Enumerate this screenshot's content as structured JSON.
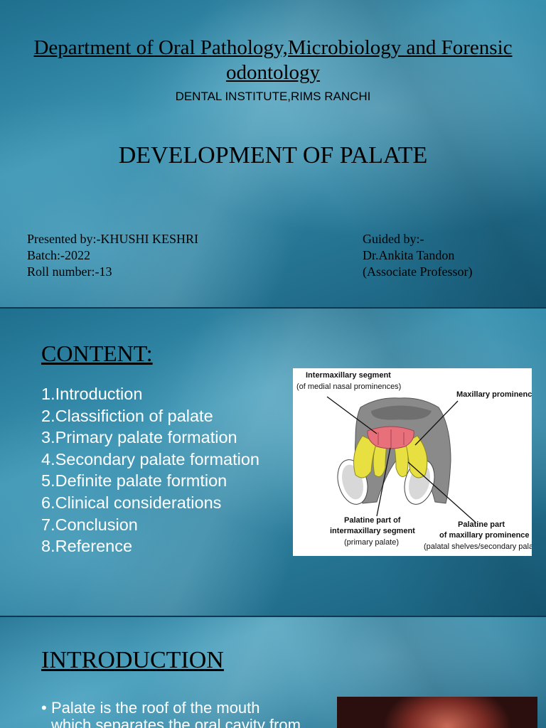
{
  "slide1": {
    "department": "Department of Oral Pathology,Microbiology and Forensic odontology",
    "institute": "DENTAL INSTITUTE,RIMS RANCHI",
    "title": "DEVELOPMENT OF PALATE",
    "presented": [
      "Presented by:-KHUSHI KESHRI",
      "Batch:-2022",
      "Roll number:-13"
    ],
    "guided": [
      "Guided by:-",
      "Dr.Ankita Tandon",
      "(Associate Professor)"
    ]
  },
  "slide2": {
    "heading": "CONTENT:",
    "items": [
      "1.Introduction",
      "2.Classifiction of palate",
      "3.Primary palate formation",
      "4.Secondary palate formation",
      "5.Definite palate formtion",
      "6.Clinical considerations",
      "7.Conclusion",
      "8.Reference"
    ],
    "figure": {
      "label_intermaxillary": "Intermaxillary segment",
      "label_intermaxillary_sub": "(of medial nasal prominences)",
      "label_maxillary": "Maxillary prominence",
      "label_palatine_im_1": "Palatine part of",
      "label_palatine_im_2": "intermaxillary segment",
      "label_palatine_im_sub": "(primary palate)",
      "label_palatine_max_1": "Palatine part",
      "label_palatine_max_2": "of maxillary prominence",
      "label_palatine_max_sub": "(palatal shelves/secondary palate)",
      "colors": {
        "primary_palate": "#e8707a",
        "palatal_shelves": "#e8e040",
        "tissue": "#8a8a8a"
      }
    }
  },
  "slide3": {
    "heading": "INTRODUCTION",
    "bullet_line1": "Palate is the roof of the mouth",
    "bullet_line2": "which separates the oral cavity from"
  }
}
